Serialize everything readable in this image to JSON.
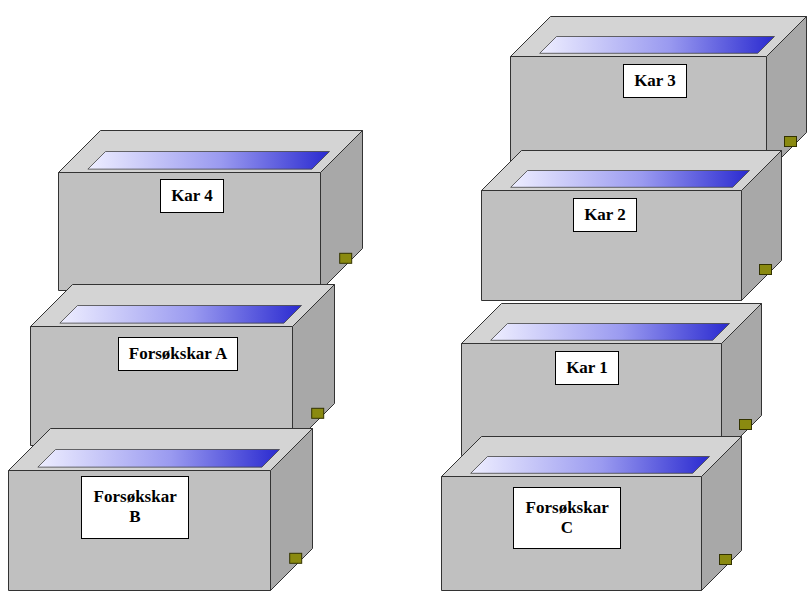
{
  "diagram": {
    "nodes": [
      {
        "text": [
          "Kar 4"
        ]
      },
      {
        "text": [
          "Forsøkskar A"
        ]
      },
      {
        "text": [
          "Forsøkskar B"
        ]
      },
      {
        "text": [
          "Kar 3"
        ]
      },
      {
        "text": [
          "Kar 2"
        ]
      },
      {
        "text": [
          "Kar 1"
        ]
      },
      {
        "text": [
          "Forsøkskar C"
        ]
      }
    ]
  }
}
